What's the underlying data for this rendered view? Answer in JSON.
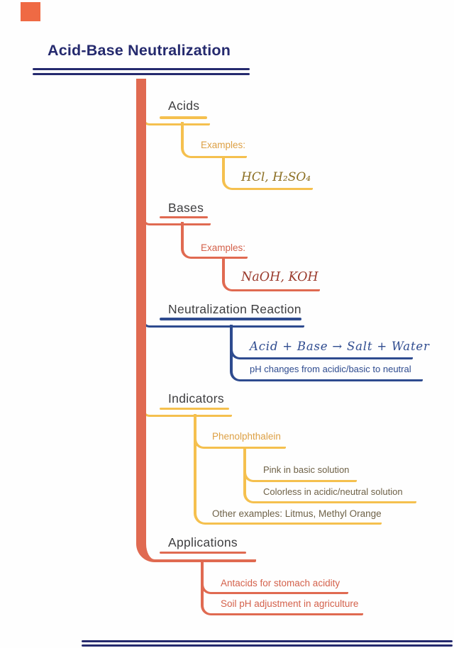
{
  "colors": {
    "title_navy": "#252a6e",
    "branch_navy": "#2e4b8f",
    "salmon": "#e06a51",
    "yellow": "#f5c04e",
    "amber_text": "#dda044",
    "olive_formula": "#8a6d20",
    "maroon_formula": "#9a3a2c",
    "header_gray": "#3e3e40",
    "leaf_olive": "#6e6147",
    "salmon_text": "#d4614b",
    "orange_square": "#ef6a44"
  },
  "title": {
    "text": "Acid-Base Neutralization"
  },
  "sections": {
    "acids": {
      "label": "Acids",
      "examples_label": "Examples:",
      "formula": "HCl, H₂SO₄"
    },
    "bases": {
      "label": "Bases",
      "examples_label": "Examples:",
      "formula": "NaOH, KOH"
    },
    "neutralization": {
      "label": "Neutralization Reaction",
      "equation": "Acid + Base → Salt + Water",
      "note": "pH changes from acidic/basic to neutral"
    },
    "indicators": {
      "label": "Indicators",
      "phenolphthalein": "Phenolphthalein",
      "pink": "Pink in basic solution",
      "colorless": "Colorless in acidic/neutral solution",
      "other": "Other examples: Litmus, Methyl Orange"
    },
    "applications": {
      "label": "Applications",
      "antacids": "Antacids for stomach acidity",
      "soil": "Soil pH adjustment in agriculture"
    }
  }
}
